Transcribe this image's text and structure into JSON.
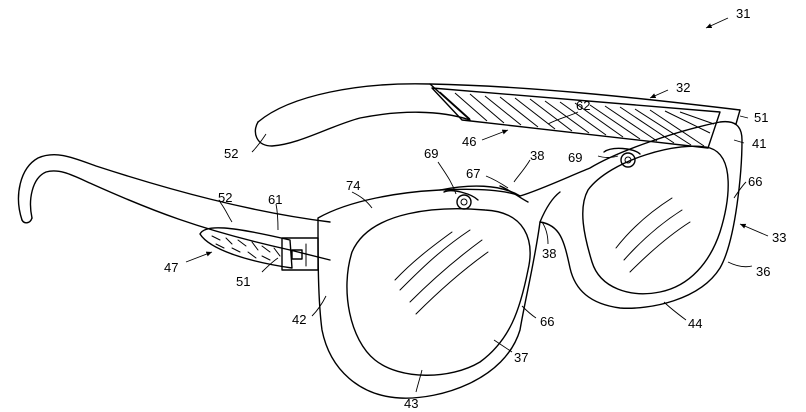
{
  "labels": {
    "l31": "31",
    "l62": "62",
    "l32": "32",
    "l51a": "51",
    "l52a": "52",
    "l46": "46",
    "l41": "41",
    "l69a": "69",
    "l38a": "38",
    "l69b": "69",
    "l67": "67",
    "l74": "74",
    "l66a": "66",
    "l52b": "52",
    "l61": "61",
    "l33": "33",
    "l38b": "38",
    "l47": "47",
    "l51b": "51",
    "l36": "36",
    "l42": "42",
    "l66b": "66",
    "l44": "44",
    "l37": "37",
    "l43": "43"
  }
}
